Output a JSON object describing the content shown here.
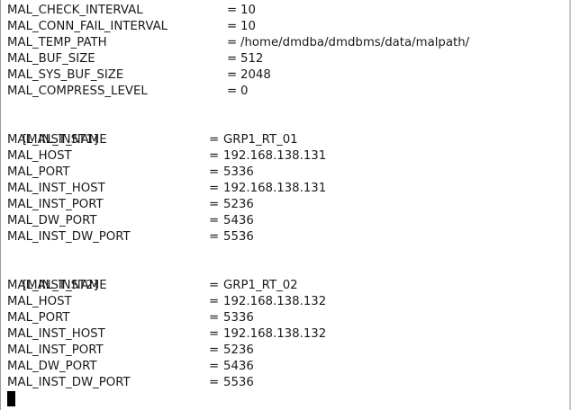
{
  "config": {
    "global": [
      {
        "key": "MAL_CHECK_INTERVAL",
        "sep": "=",
        "value": "10"
      },
      {
        "key": "MAL_CONN_FAIL_INTERVAL",
        "sep": "=",
        "value": "10"
      },
      {
        "key": "MAL_TEMP_PATH",
        "sep": "=",
        "value": "/home/dmdba/dmdbms/data/malpath/"
      },
      {
        "key": "MAL_BUF_SIZE",
        "sep": "=",
        "value": "512"
      },
      {
        "key": "MAL_SYS_BUF_SIZE",
        "sep": "=",
        "value": "2048"
      },
      {
        "key": "MAL_COMPRESS_LEVEL",
        "sep": "=",
        "value": "0"
      }
    ],
    "sections": [
      {
        "header": "[MAL_INST1]",
        "entries": [
          {
            "key": "MAL_INST_NAME",
            "sep": "=",
            "value": "GRP1_RT_01"
          },
          {
            "key": "MAL_HOST",
            "sep": "=",
            "value": "192.168.138.131"
          },
          {
            "key": "MAL_PORT",
            "sep": "=",
            "value": "5336"
          },
          {
            "key": "MAL_INST_HOST",
            "sep": "=",
            "value": "192.168.138.131"
          },
          {
            "key": "MAL_INST_PORT",
            "sep": "=",
            "value": "5236"
          },
          {
            "key": "MAL_DW_PORT",
            "sep": "=",
            "value": "5436"
          },
          {
            "key": "MAL_INST_DW_PORT",
            "sep": "=",
            "value": "5536"
          }
        ]
      },
      {
        "header": "[MAL_INST2]",
        "entries": [
          {
            "key": "MAL_INST_NAME",
            "sep": "=",
            "value": "GRP1_RT_02"
          },
          {
            "key": "MAL_HOST",
            "sep": "=",
            "value": "192.168.138.132"
          },
          {
            "key": "MAL_PORT",
            "sep": "=",
            "value": "5336"
          },
          {
            "key": "MAL_INST_HOST",
            "sep": "=",
            "value": "192.168.138.132"
          },
          {
            "key": "MAL_INST_PORT",
            "sep": "=",
            "value": "5236"
          },
          {
            "key": "MAL_DW_PORT",
            "sep": "=",
            "value": "5436"
          },
          {
            "key": "MAL_INST_DW_PORT",
            "sep": "=",
            "value": "5536"
          }
        ]
      }
    ]
  }
}
